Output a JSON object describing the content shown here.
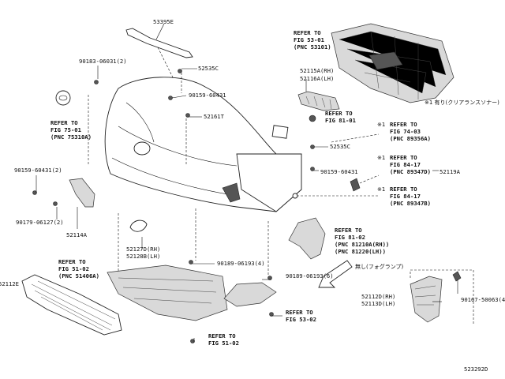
{
  "diagram_id": "523292D",
  "parts": {
    "p53395e": "53395E",
    "p52535c_top": "52535C",
    "p90183": "90183-06031(2)",
    "p90159_a": "90159-60431",
    "p52161t": "52161T",
    "p90159_left": "90159-60431(2)",
    "p90179": "90179-06127(2)",
    "p52114a": "52114A",
    "p52127d": "52127D(RH)",
    "p52128b": "52128B(LH)",
    "p90189_a": "90189-06193(4)",
    "p90189_b": "90189-06193(6)",
    "p52112e": "52112E",
    "p52535c_right": "52535C",
    "p90159_right": "90159-60431",
    "p52119a": "52119A",
    "p52115a": "52115A(RH)",
    "p52116a": "52116A(LH)",
    "p52112d": "52112D(RH)",
    "p52113d": "52113D(LH)",
    "p90167": "90167-50063(4)"
  },
  "refs": {
    "r53_01": [
      "REFER TO",
      "FIG 53-01",
      "(PNC 53101)"
    ],
    "r81_01": [
      "REFER TO",
      "FIG 81-01"
    ],
    "r75_01": [
      "REFER TO",
      "FIG 75-01",
      "(PNC 75310A)"
    ],
    "r74_03": [
      "REFER TO",
      "FIG 74-03",
      "(PNC 89356A)"
    ],
    "r84_17a": [
      "REFER TO",
      "FIG 84-17",
      "(PNC 89347D)"
    ],
    "r84_17b": [
      "REFER TO",
      "FIG 84-17",
      "(PNC 89347B)"
    ],
    "r51_02a": [
      "REFER TO",
      "FIG 51-02",
      "(PNC 51406A)"
    ],
    "r81_02": [
      "REFER TO",
      "FIG 81-02",
      "(PNC 81210A(RH))",
      "(PNC 81220(LH))"
    ],
    "r53_02": [
      "REFER TO",
      "FIG 53-02"
    ],
    "r51_02b": [
      "REFER TO",
      "FIG 51-02"
    ]
  },
  "notes": {
    "clearance_sonar": "※1 有り(クリアランスソナー)",
    "no_fog": "無し(フォグランプ)",
    "mark1": "※1"
  }
}
